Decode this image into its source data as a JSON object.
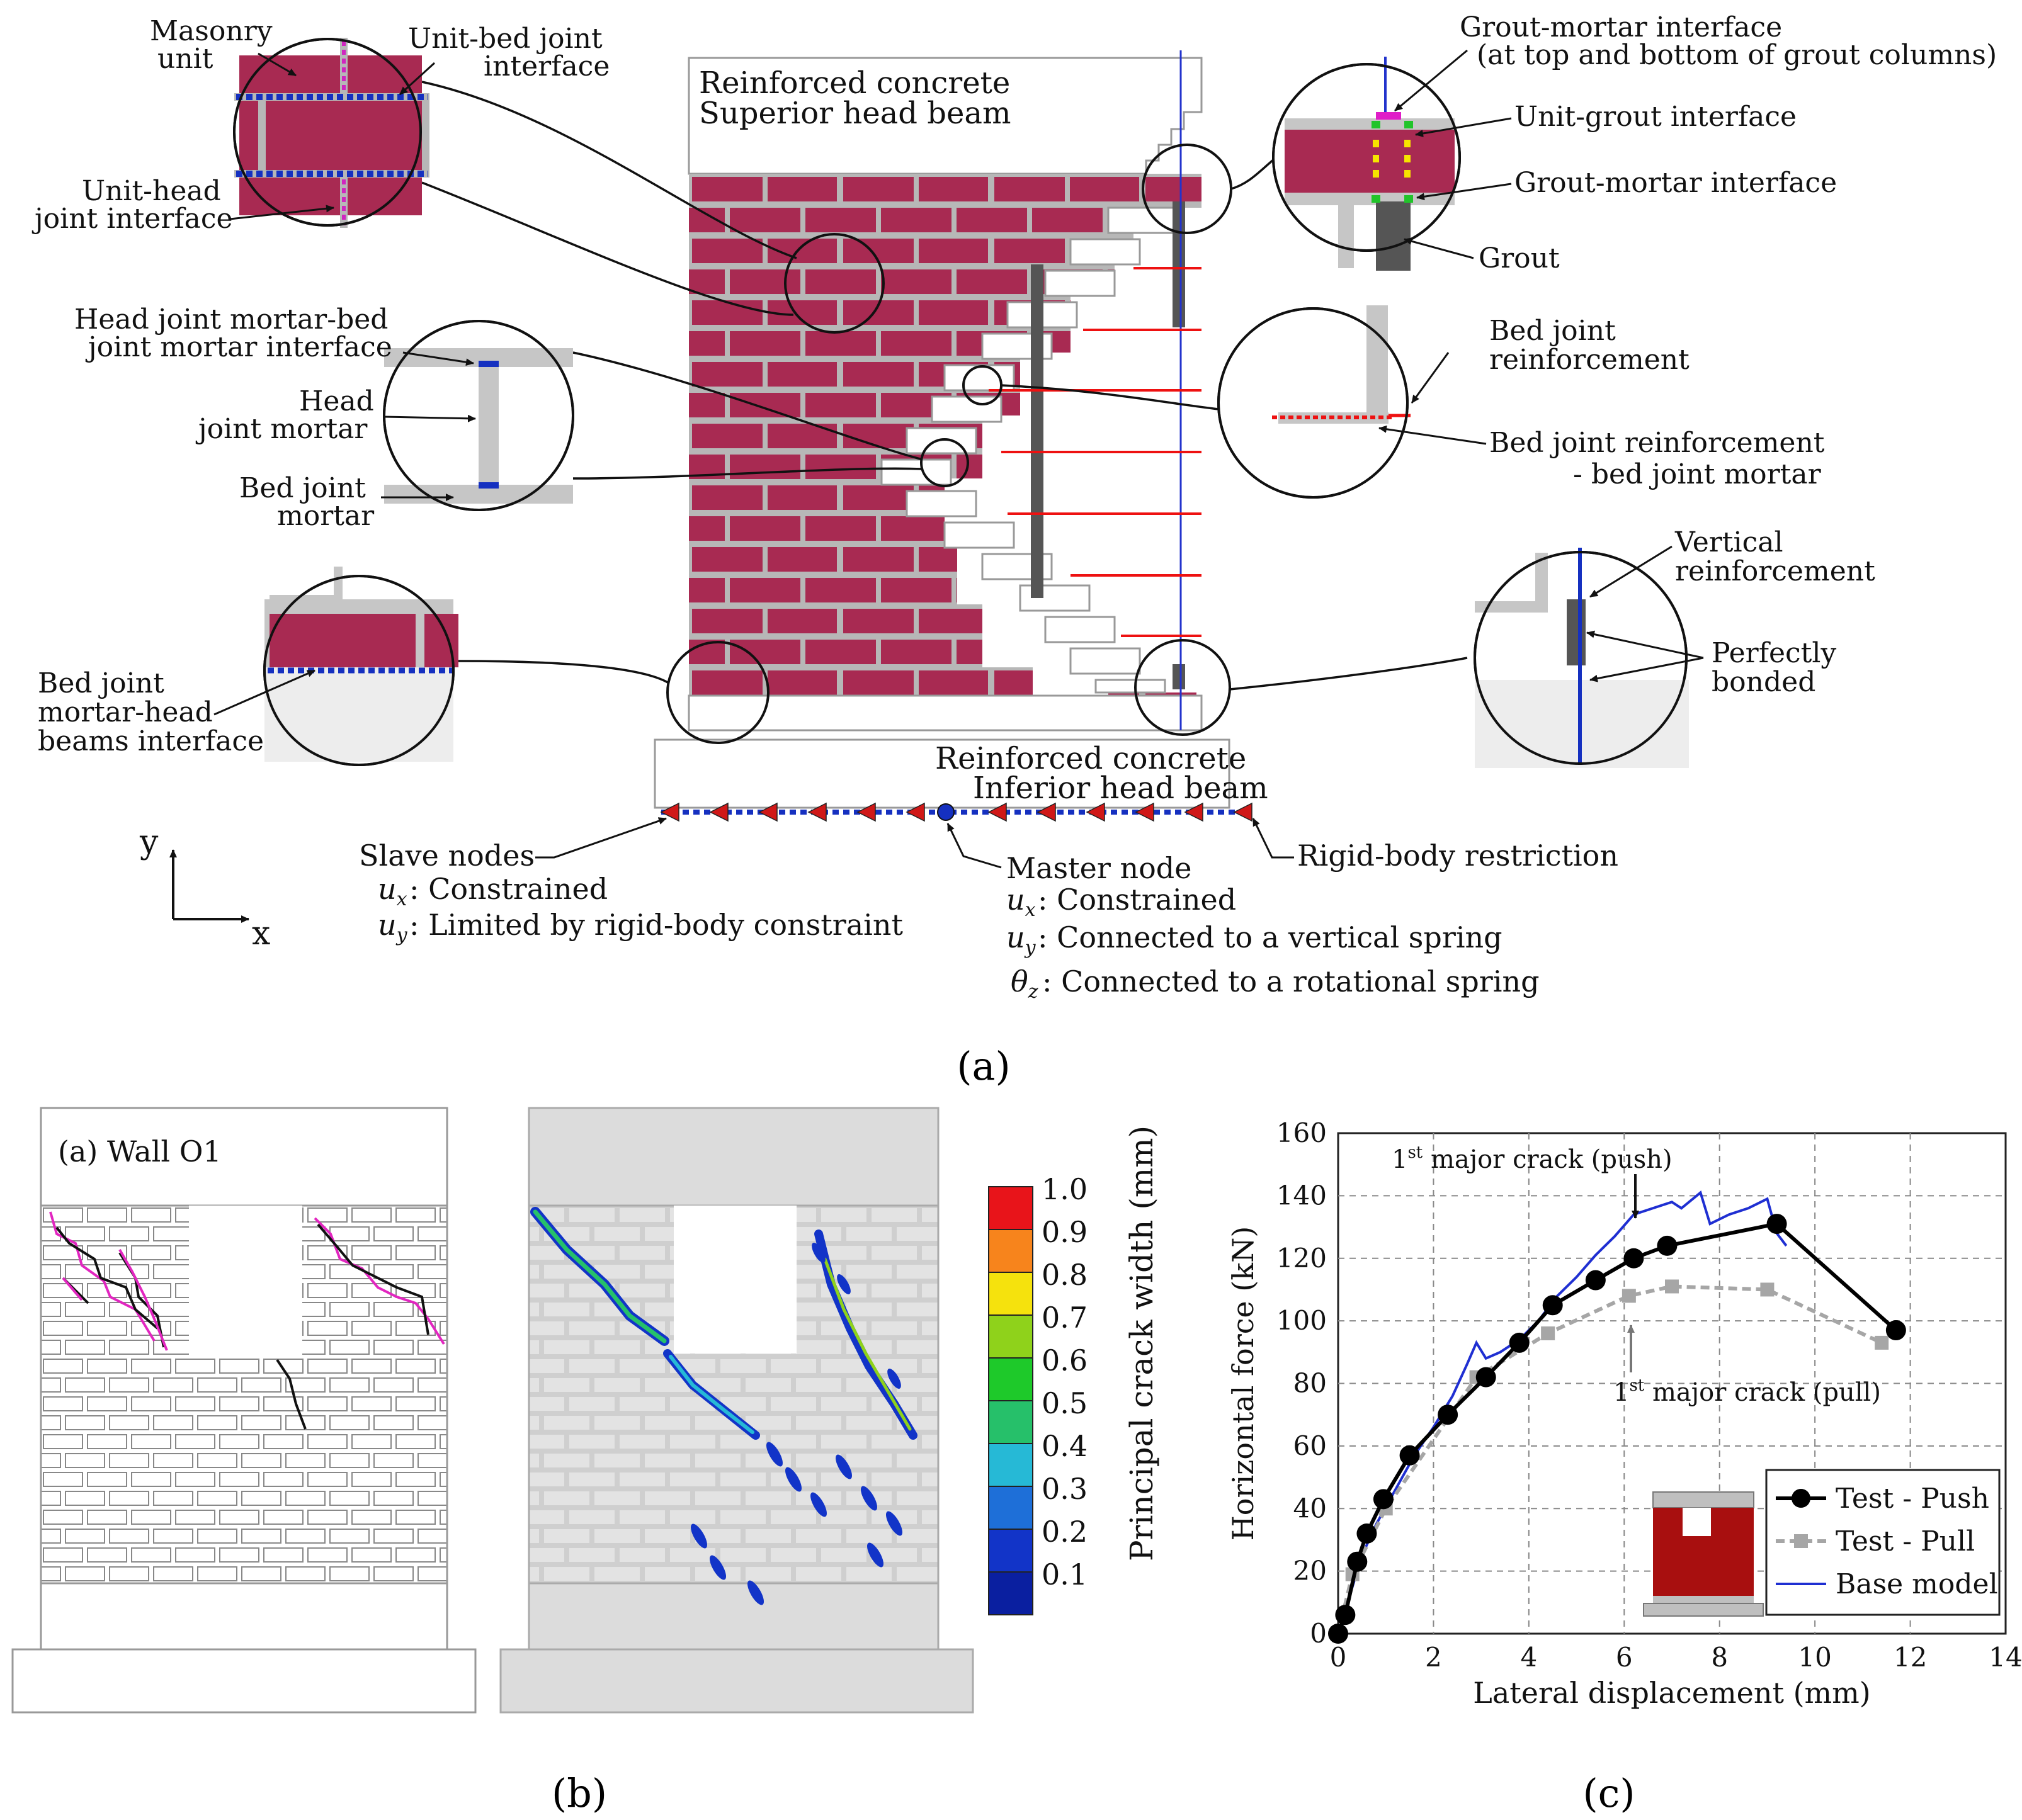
{
  "panel_a": {
    "top_beam": [
      "Reinforced concrete",
      "Superior head beam"
    ],
    "bottom_beam": [
      "Reinforced concrete",
      "Inferior head beam"
    ],
    "zoom_tl": {
      "masonry_unit": [
        "Masonry",
        "unit"
      ],
      "unit_bed": [
        "Unit-bed joint",
        "interface"
      ],
      "unit_head": [
        "Unit-head",
        "joint interface"
      ]
    },
    "zoom_ml": {
      "head_bed": [
        "Head joint mortar-bed",
        "joint mortar interface"
      ],
      "head_mortar": [
        "Head",
        "joint mortar"
      ],
      "bed_mortar": [
        "Bed joint",
        "mortar"
      ]
    },
    "zoom_bl": {
      "bed_head_beams": [
        "Bed joint",
        "mortar-head",
        "beams interface"
      ]
    },
    "zoom_tr": {
      "grout_mortar_top": [
        "Grout-mortar interface",
        "(at top and bottom of grout columns)"
      ],
      "unit_grout": "Unit-grout interface",
      "grout_mortar": "Grout-mortar interface",
      "grout": "Grout"
    },
    "zoom_mr": {
      "bed_reinf": [
        "Bed joint",
        "reinforcement"
      ],
      "bed_reinf_mortar": [
        "Bed joint reinforcement",
        "- bed joint mortar"
      ]
    },
    "zoom_br": {
      "vertical_reinf": [
        "Vertical",
        "reinforcement"
      ],
      "perfectly_bonded": [
        "Perfectly",
        "bonded"
      ]
    },
    "nodes": {
      "slave": "Slave nodes",
      "slave_ux": ": Constrained",
      "slave_uy": ": Limited by rigid-body constraint",
      "master": "Master node",
      "master_ux": ": Constrained",
      "master_uy": ": Connected to a vertical spring",
      "master_theta": ": Connected to a rotational spring",
      "rigid": "Rigid-body restriction"
    },
    "axis_y": "y",
    "axis_x": "x",
    "caption": "(a)"
  },
  "panel_b": {
    "wall_label": "(a) Wall O1",
    "colorbar_title": "Principal crack width (mm)",
    "colorbar_ticks": [
      "1.0",
      "0.9",
      "0.8",
      "0.7",
      "0.6",
      "0.5",
      "0.4",
      "0.3",
      "0.2",
      "0.1"
    ],
    "colorbar_colors": [
      "#e8141a",
      "#f7841c",
      "#f5e20d",
      "#8fd21b",
      "#1ec92a",
      "#26c06a",
      "#26b9d6",
      "#1e6fd8",
      "#1234c8",
      "#0a1fa0"
    ],
    "caption": "(b)"
  },
  "panel_c": {
    "caption": "(c)",
    "annotation_push": [
      "1",
      "st",
      " major crack (push)"
    ],
    "annotation_pull": [
      "1",
      "st",
      " major crack (pull)"
    ]
  },
  "chart_data": {
    "type": "line",
    "xlabel": "Lateral displacement (mm)",
    "ylabel": "Horizontal force (kN)",
    "xlim": [
      0,
      14
    ],
    "ylim": [
      0,
      160
    ],
    "xticks": [
      0,
      2,
      4,
      6,
      8,
      10,
      12,
      14
    ],
    "yticks": [
      0,
      20,
      40,
      60,
      80,
      100,
      120,
      140,
      160
    ],
    "grid": true,
    "legend_position": "bottom-right",
    "series": [
      {
        "name": "Test - Push",
        "color": "#000000",
        "marker": "circle",
        "x": [
          0,
          0.15,
          0.4,
          0.6,
          0.95,
          1.5,
          2.3,
          3.1,
          3.8,
          4.5,
          5.4,
          6.2,
          6.9,
          9.2,
          11.7
        ],
        "y": [
          0,
          6,
          23,
          32,
          43,
          57,
          70,
          82,
          93,
          105,
          113,
          120,
          124,
          131,
          97
        ]
      },
      {
        "name": "Test - Pull",
        "color": "#a6a6a6",
        "marker": "square",
        "x": [
          0,
          0.3,
          1.0,
          2.9,
          4.4,
          6.1,
          7.0,
          9.0,
          11.4
        ],
        "y": [
          0,
          19,
          40,
          82,
          96,
          108,
          111,
          110,
          93
        ]
      },
      {
        "name": "Base model",
        "color": "#1f2fd2",
        "marker": "none",
        "x": [
          0,
          0.2,
          0.5,
          0.8,
          1.2,
          1.6,
          2.0,
          2.4,
          2.7,
          2.9,
          3.1,
          3.4,
          3.8,
          4.2,
          4.6,
          5.0,
          5.4,
          5.8,
          6.2,
          6.6,
          7.0,
          7.2,
          7.6,
          7.8,
          8.2,
          8.6,
          9.0,
          9.2,
          9.4
        ],
        "y": [
          0,
          10,
          25,
          35,
          46,
          57,
          66,
          76,
          86,
          93,
          88,
          90,
          94,
          100,
          108,
          114,
          121,
          127,
          134,
          136,
          138,
          136,
          141,
          131,
          134,
          136,
          139,
          128,
          124
        ]
      }
    ]
  }
}
